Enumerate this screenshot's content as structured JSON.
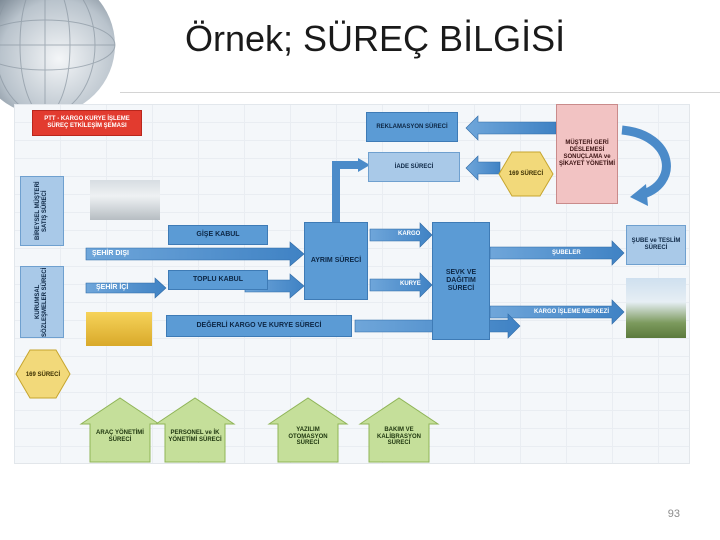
{
  "slide": {
    "title": "Örnek; SÜREÇ BİLGİSİ",
    "page_number": "93"
  },
  "diagram": {
    "header_box": "PTT - KARGO KURYE İŞLEME SÜREÇ ETKİLEŞİM ŞEMASI",
    "reklamasyon": "REKLAMASYON SÜRECİ",
    "iade": "İADE SÜRECİ",
    "musteri": "MÜŞTERİ GERİ DESLEMESİ SONUÇLAMA ve ŞİKAYET YÖNETİMİ",
    "hexagon_top": "169 SÜRECİ",
    "bireysel": "BİREYSEL MÜŞTERİ SATIŞ SÜRECİ",
    "kurumsal": "KURUMSAL SÖZLEŞMELER SÜRECİ",
    "gise_kabul": "GİŞE KABUL",
    "sehir_disi": "ŞEHİR DIŞI",
    "sehir_ici": "ŞEHİR İÇİ",
    "toplu_kabul": "TOPLU KABUL",
    "ayrim": "AYRIM SÜRECİ",
    "kargo_arrow": "KARGO",
    "kurye_arrow": "KURYE",
    "sevk": "SEVK VE DAĞITIM SÜRECİ",
    "subeler": "ŞUBELER",
    "kargo_isleme": "KARGO İŞLEME MERKEZİ",
    "sube_teslim": "ŞUBE ve TESLİM SÜRECİ",
    "degerli": "DEĞERLİ KARGO VE KURYE SÜRECİ",
    "hexagon_bottom": "169 SÜRECİ",
    "support": [
      "ARAÇ YÖNETİMİ SÜRECİ",
      "PERSONEL ve İK YÖNETİMİ SÜRECİ",
      "YAZILIM OTOMASYON SÜRECİ",
      "BAKIM VE KALİBRASYON SÜRECİ"
    ]
  },
  "colors": {
    "blue": "#5b9bd5",
    "green": "#c5df9a",
    "red": "#e23b2f",
    "pink": "#f2c3c3"
  }
}
